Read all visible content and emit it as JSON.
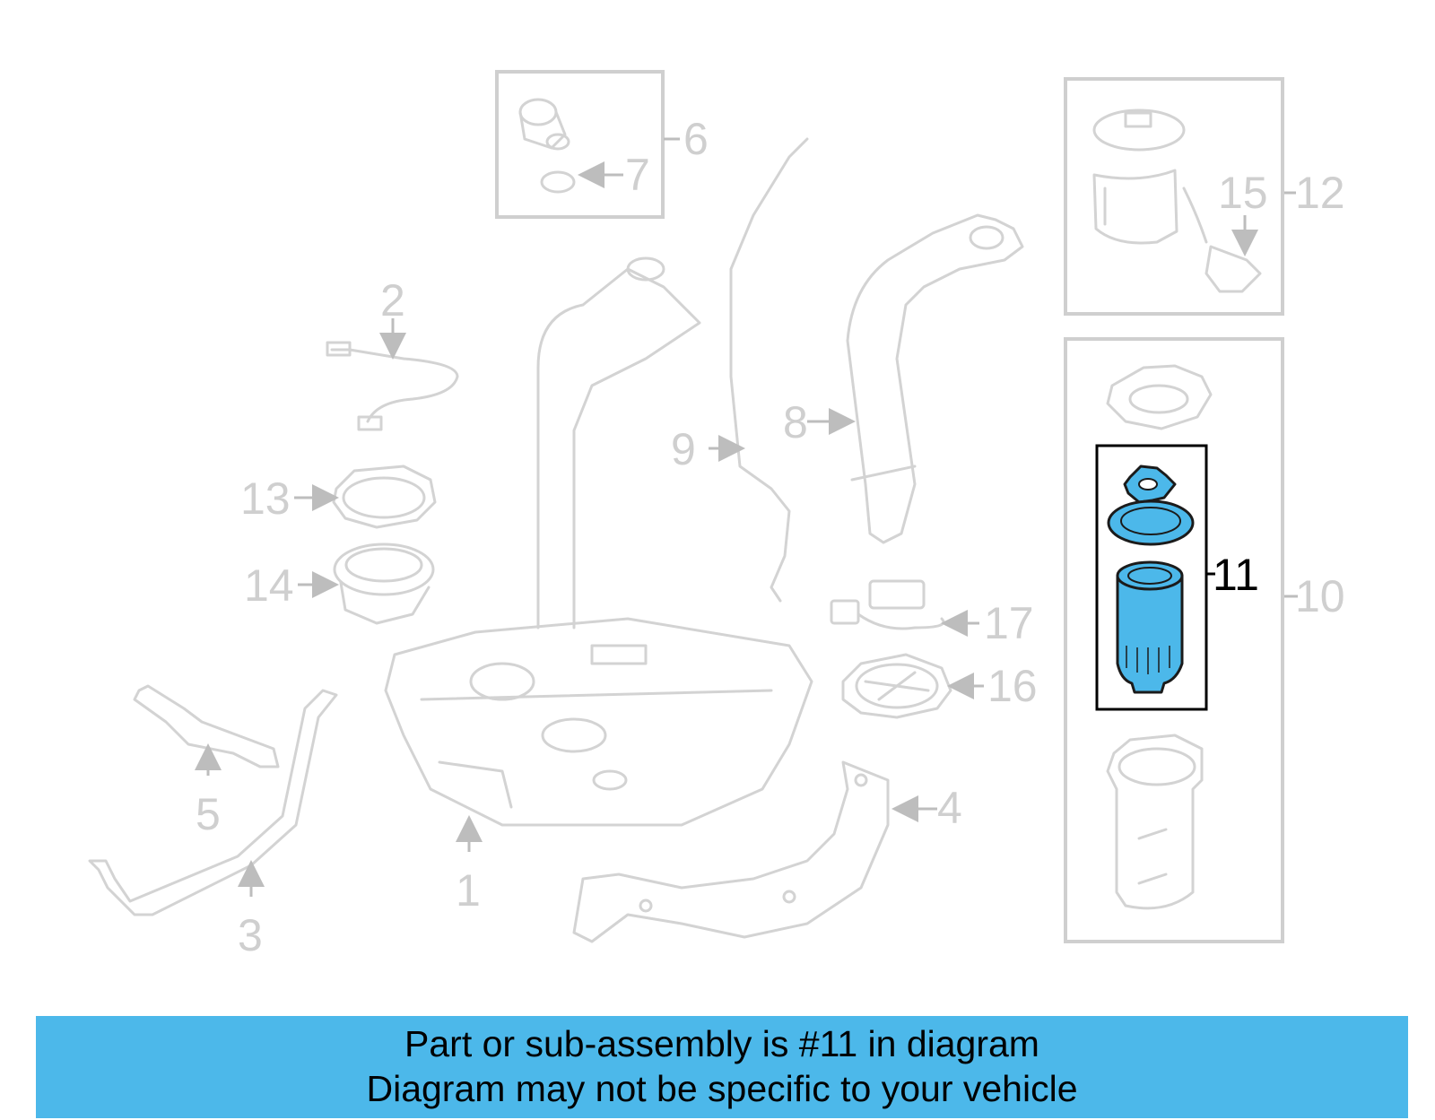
{
  "diagram": {
    "callouts": [
      "1",
      "2",
      "3",
      "4",
      "5",
      "6",
      "7",
      "8",
      "9",
      "10",
      "11",
      "12",
      "13",
      "14",
      "15",
      "16",
      "17"
    ],
    "highlighted_part": "11"
  },
  "banner": {
    "line1": "Part or sub-assembly is #11 in diagram",
    "line2": "Diagram may not be specific to your vehicle"
  },
  "colors": {
    "highlight": "#4cb8ea",
    "banner": "#4cb8ea",
    "line": "#d3d3d3"
  }
}
